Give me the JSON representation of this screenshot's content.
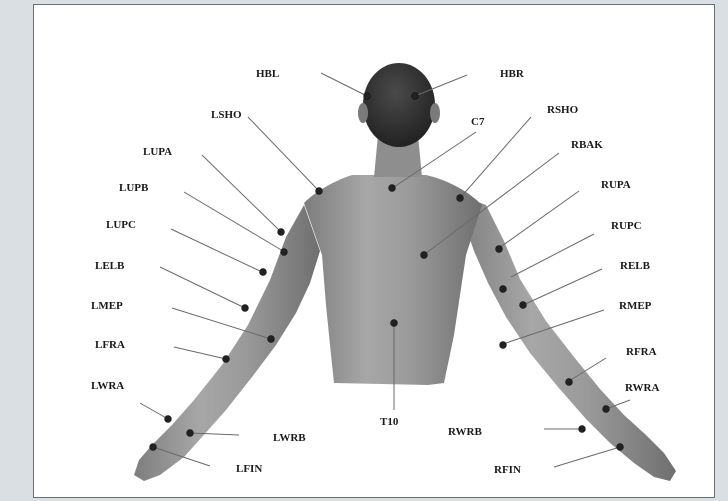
{
  "figure": {
    "markers": [
      {
        "id": "HBL",
        "text": "HBL"
      },
      {
        "id": "HBR",
        "text": "HBR"
      },
      {
        "id": "LSHO",
        "text": "LSHO"
      },
      {
        "id": "C7",
        "text": "C7"
      },
      {
        "id": "RSHO",
        "text": "RSHO"
      },
      {
        "id": "LUPA",
        "text": "LUPA"
      },
      {
        "id": "RBAK",
        "text": "RBAK"
      },
      {
        "id": "LUPB",
        "text": "LUPB"
      },
      {
        "id": "RUPA",
        "text": "RUPA"
      },
      {
        "id": "LUPC",
        "text": "LUPC"
      },
      {
        "id": "RUPC",
        "text": "RUPC"
      },
      {
        "id": "LELB",
        "text": "LELB"
      },
      {
        "id": "RELB",
        "text": "RELB"
      },
      {
        "id": "LMEP",
        "text": "LMEP"
      },
      {
        "id": "RMEP",
        "text": "RMEP"
      },
      {
        "id": "LFRA",
        "text": "LFRA"
      },
      {
        "id": "RFRA",
        "text": "RFRA"
      },
      {
        "id": "LWRA",
        "text": "LWRA"
      },
      {
        "id": "RWRA",
        "text": "RWRA"
      },
      {
        "id": "T10",
        "text": "T10"
      },
      {
        "id": "LWRB",
        "text": "LWRB"
      },
      {
        "id": "RWRB",
        "text": "RWRB"
      },
      {
        "id": "LFIN",
        "text": "LFIN"
      },
      {
        "id": "RFIN",
        "text": "RFIN"
      }
    ]
  }
}
